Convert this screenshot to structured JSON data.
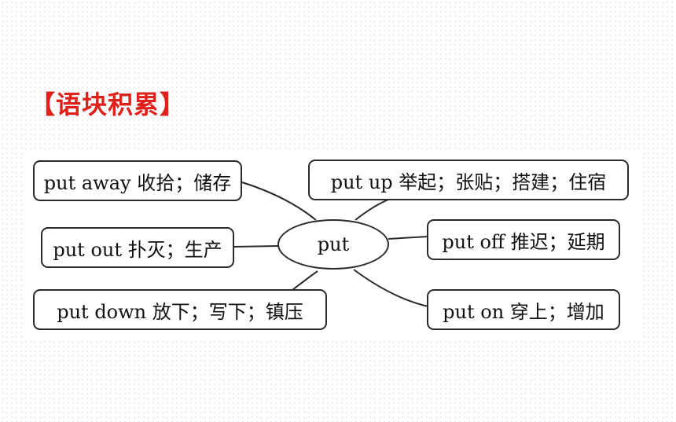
{
  "section_heading": "【语块积累】",
  "diagram": {
    "center": "put",
    "branches": [
      {
        "id": "away",
        "text": "put away 收拾；储存"
      },
      {
        "id": "out",
        "text": "put out 扑灭；生产"
      },
      {
        "id": "down",
        "text": "put down 放下；写下；镇压"
      },
      {
        "id": "up",
        "text": "put up 举起；张贴；搭建；住宿"
      },
      {
        "id": "off",
        "text": "put off 推迟；延期"
      },
      {
        "id": "on",
        "text": "put on 穿上；增加"
      }
    ]
  }
}
